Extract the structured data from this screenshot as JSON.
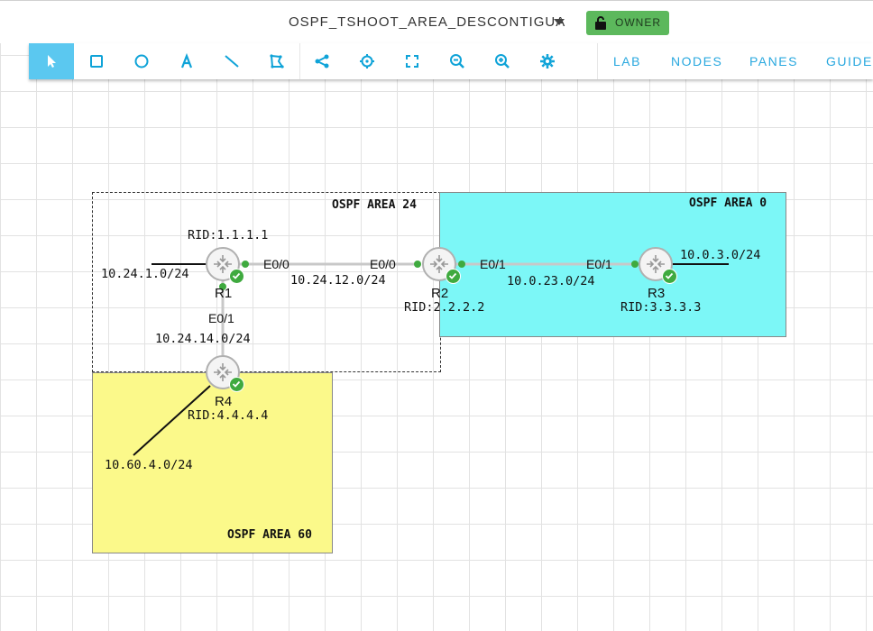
{
  "header": {
    "lab_title": "OSPF_TSHOOT_AREA_DESCONTIGUA",
    "owner_label": "OWNER"
  },
  "toolbar": {
    "tools": [
      {
        "name": "select-pointer-icon"
      },
      {
        "name": "rectangle-icon"
      },
      {
        "name": "ellipse-icon"
      },
      {
        "name": "text-icon"
      },
      {
        "name": "line-icon"
      },
      {
        "name": "polygon-icon"
      },
      {
        "name": "add-node-icon"
      },
      {
        "name": "crosshair-icon"
      },
      {
        "name": "fit-screen-icon"
      },
      {
        "name": "zoom-out-icon"
      },
      {
        "name": "zoom-in-icon"
      },
      {
        "name": "settings-gear-icon"
      }
    ],
    "nav": [
      "LAB",
      "NODES",
      "PANES",
      "GUIDE"
    ],
    "accent": "#29a8df",
    "active_tool_color": "#5bc8f0"
  },
  "areas": {
    "area24": "OSPF AREA 24",
    "area0": "OSPF AREA 0",
    "area60": "OSPF AREA 60",
    "area0_color": "#7cf7f7",
    "area60_color": "#fbf98a"
  },
  "nodes": {
    "r1": {
      "name": "R1",
      "rid": "RID:1.1.1.1"
    },
    "r2": {
      "name": "R2",
      "rid": "RID:2.2.2.2"
    },
    "r3": {
      "name": "R3",
      "rid": "RID:3.3.3.3"
    },
    "r4": {
      "name": "R4",
      "rid": "RID:4.4.4.4"
    }
  },
  "links": {
    "r1_r2": {
      "net": "10.24.12.0/24",
      "r1_if": "E0/0",
      "r2_if": "E0/0"
    },
    "r2_r3": {
      "net": "10.0.23.0/24",
      "r2_if": "E0/1",
      "r3_if": "E0/1"
    },
    "r1_r4": {
      "net": "10.24.14.0/24",
      "r1_if": "E0/1"
    }
  },
  "stubs": {
    "r1": "10.24.1.0/24",
    "r3": "10.0.3.0/24",
    "r4": "10.60.4.0/24"
  },
  "status_color": "#3faa3f"
}
